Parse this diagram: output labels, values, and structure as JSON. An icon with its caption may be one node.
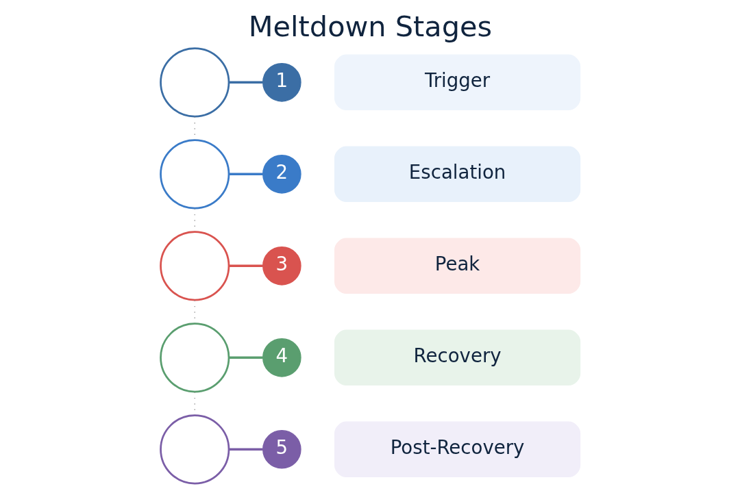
{
  "diagram": {
    "title": "Meltdown Stages",
    "nodes": [
      {
        "text": [],
        "shape": "circle"
      },
      {
        "text": [
          "1"
        ]
      },
      {
        "text": [
          "Trigger"
        ]
      },
      {
        "text": [],
        "shape": "circle"
      },
      {
        "text": [
          "2"
        ]
      },
      {
        "text": [
          "Escalation"
        ]
      },
      {
        "text": [],
        "shape": "circle"
      },
      {
        "text": [
          "3"
        ]
      },
      {
        "text": [
          "Peak"
        ]
      },
      {
        "text": [],
        "shape": "circle"
      },
      {
        "text": [
          "4"
        ]
      },
      {
        "text": [
          "Recovery"
        ]
      },
      {
        "text": [],
        "shape": "circle"
      },
      {
        "text": [
          "5"
        ]
      },
      {
        "text": [
          "Post-Recovery"
        ]
      }
    ],
    "edges": [
      {
        "from": 0,
        "to": 1,
        "arrow": "none",
        "color": "#3b6ea5"
      },
      {
        "from": 3,
        "to": 4,
        "arrow": "none",
        "color": "#3a7bc8"
      },
      {
        "from": 6,
        "to": 7,
        "arrow": "none",
        "color": "#d9534f"
      },
      {
        "from": 9,
        "to": 10,
        "arrow": "none",
        "color": "#5a9e6f"
      },
      {
        "from": 12,
        "to": 13,
        "arrow": "none",
        "color": "#7b5ea7"
      },
      {
        "from": 0,
        "to": 3,
        "arrow": "none",
        "style": "dashed"
      },
      {
        "from": 3,
        "to": 6,
        "arrow": "none",
        "style": "dashed"
      },
      {
        "from": 6,
        "to": 9,
        "arrow": "none",
        "style": "dashed"
      },
      {
        "from": 9,
        "to": 12,
        "arrow": "none",
        "style": "dashed"
      }
    ]
  }
}
